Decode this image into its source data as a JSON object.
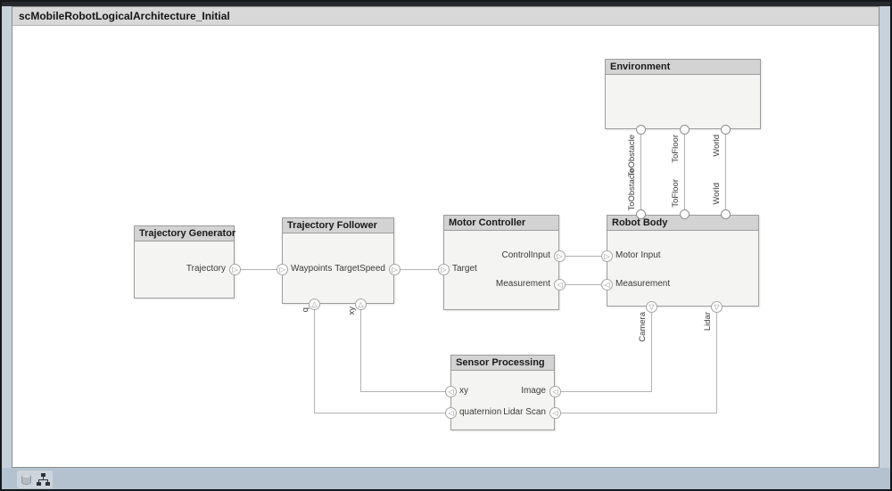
{
  "title_bar": {
    "title": "scMobileRobotLogicalArchitecture_Initial"
  },
  "components": {
    "environment": {
      "name": "Environment",
      "ports": {
        "to_obstacle": "ToObstacle",
        "to_floor": "ToFloor",
        "world": "World"
      }
    },
    "robot_body": {
      "name": "Robot Body",
      "ports": {
        "motor_input": "Motor Input",
        "measurement": "Measurement",
        "to_obstacle": "ToObstacle",
        "to_floor": "ToFloor",
        "world": "World",
        "camera": "Camera",
        "lidar": "Lidar"
      }
    },
    "motor_controller": {
      "name": "Motor Controller",
      "ports": {
        "target": "Target",
        "control_input": "ControlInput",
        "measurement": "Measurement"
      }
    },
    "trajectory_follower": {
      "name": "Trajectory Follower",
      "ports": {
        "waypoints": "Waypoints",
        "target_speed": "TargetSpeed",
        "q": "q",
        "xy": "xy"
      }
    },
    "trajectory_generator": {
      "name": "Trajectory Generator",
      "ports": {
        "trajectory": "Trajectory"
      }
    },
    "sensor_processing": {
      "name": "Sensor Processing",
      "ports": {
        "xy": "xy",
        "quaternion": "quaternion",
        "image": "Image",
        "lidar_scan": "Lidar Scan"
      }
    }
  },
  "connections": [
    {
      "from": "Trajectory Generator.Trajectory",
      "to": "Trajectory Follower.Waypoints"
    },
    {
      "from": "Trajectory Follower.TargetSpeed",
      "to": "Motor Controller.Target"
    },
    {
      "from": "Motor Controller.ControlInput",
      "to": "Robot Body.Motor Input"
    },
    {
      "from": "Robot Body.Measurement",
      "to": "Motor Controller.Measurement"
    },
    {
      "from": "Environment.ToObstacle",
      "to": "Robot Body.ToObstacle"
    },
    {
      "from": "Environment.ToFloor",
      "to": "Robot Body.ToFloor"
    },
    {
      "from": "Environment.World",
      "to": "Robot Body.World"
    },
    {
      "from": "Robot Body.Camera",
      "to": "Sensor Processing.Image"
    },
    {
      "from": "Robot Body.Lidar",
      "to": "Sensor Processing.Lidar Scan"
    },
    {
      "from": "Sensor Processing.xy",
      "to": "Trajectory Follower.xy"
    },
    {
      "from": "Sensor Processing.quaternion",
      "to": "Trajectory Follower.q"
    }
  ],
  "icons": {
    "triangle_right": "▷",
    "triangle_left": "◁",
    "triangle_up": "△",
    "triangle_down": "▽"
  },
  "status_bar": {
    "icons": [
      "component-diagram-icon",
      "hierarchy-view-icon"
    ]
  },
  "colors": {
    "canvas": "#ffffff",
    "frame_gutter": "#c7d1dc",
    "status_strip": "#b4c2d0",
    "top_strip": "#272b30",
    "title_bar_fill": "#d8d8d8",
    "component_header_fill": "#d3d3d3",
    "component_body_fill": "#f4f4f2",
    "component_border": "#9c9c9c",
    "connector": "#b2b2b2",
    "port_fill": "#ffffff",
    "text": "#1a1a1a"
  }
}
